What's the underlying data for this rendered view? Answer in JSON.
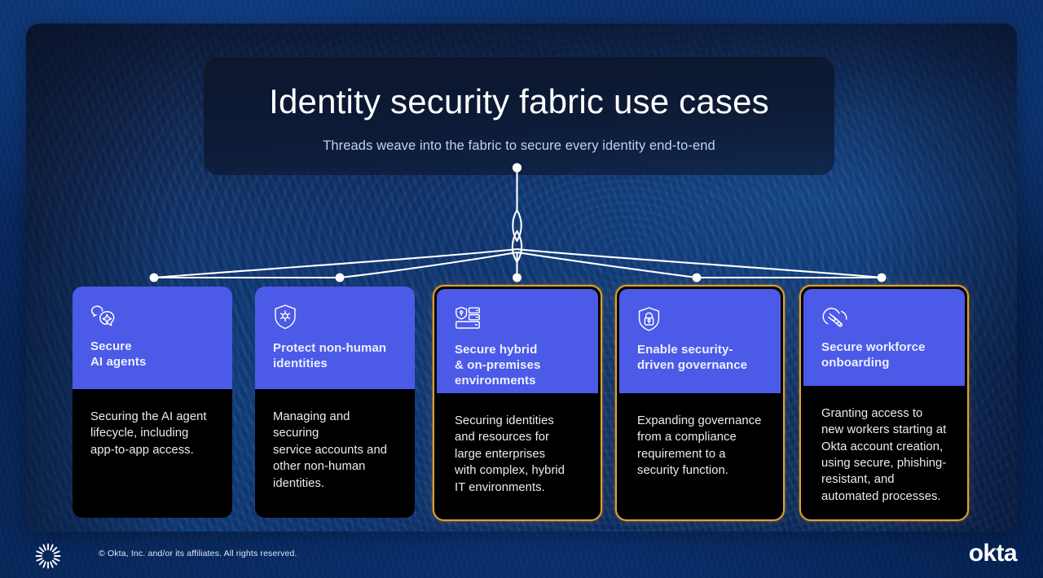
{
  "header": {
    "title": "Identity security fabric use cases",
    "subtitle": "Threads weave into the fabric to secure every identity end-to-end"
  },
  "colors": {
    "card_blue": "#4c5ae8",
    "card_body_black": "#000000",
    "highlight_border": "#e0a02a",
    "background_blue": "#0a2c66",
    "thread_white": "#ffffff"
  },
  "cards": [
    {
      "icon": "ai-chat-sparkle-icon",
      "title": "Secure\nAI agents",
      "description": "Securing the AI agent\nlifecycle, including\napp-to-app access.",
      "highlighted": false
    },
    {
      "icon": "shield-nodes-icon",
      "title": "Protect non-human\nidentities",
      "description": "Managing and securing\nservice accounts and\nother non-human\nidentities.",
      "highlighted": false
    },
    {
      "icon": "server-shield-lock-icon",
      "title": "Secure hybrid\n& on-premises\nenvironments",
      "description": "Securing identities\nand resources for\nlarge enterprises\nwith complex, hybrid\nIT environments.",
      "highlighted": true
    },
    {
      "icon": "shield-lock-icon",
      "title": "Enable security-\ndriven governance",
      "description": "Expanding governance\nfrom a compliance\nrequirement to a\nsecurity function.",
      "highlighted": true
    },
    {
      "icon": "handshake-icon",
      "title": "Secure workforce\nonboarding",
      "description": "Granting access to\nnew workers starting at\nOkta account creation,\nusing secure, phishing-\nresistant, and\nautomated processes.",
      "highlighted": true
    }
  ],
  "footer": {
    "brand_mark": "okta-starburst-icon",
    "copyright": "© Okta, Inc. and/or its affiliates. All rights reserved.",
    "wordmark": "okta"
  }
}
